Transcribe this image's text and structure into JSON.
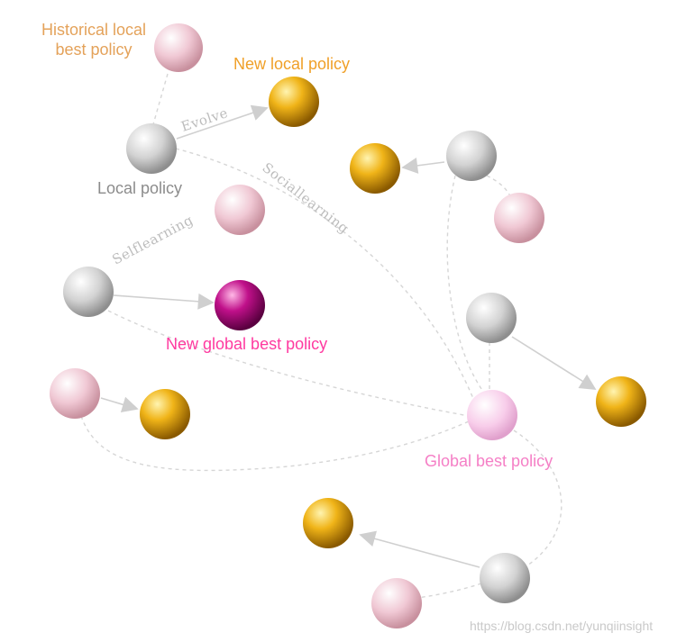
{
  "colors": {
    "silver": "#d9d9d9",
    "pink": "#f3d0db",
    "gold": "#e0a010",
    "magenta": "#b0107a",
    "lightpink": "#f5c6e4",
    "orange_text": "#f0a028",
    "tan_text": "#e4a25a",
    "gray_text": "#8c8c8c",
    "magenta_text": "#ff3aa0",
    "pink_text": "#f57fc6",
    "line": "#d4d4d4"
  },
  "labels": {
    "historical_local_best": "Historical local\nbest policy",
    "new_local_policy": "New local policy",
    "local_policy": "Local policy",
    "new_global_best_policy": "New global best policy",
    "global_best_policy": "Global best policy"
  },
  "edge_labels": {
    "evolve": "Evolve",
    "social_learning": "Sociallearning",
    "self_learning": "Selflearning"
  },
  "watermark": "https://blog.csdn.net/yunqiinsight"
}
